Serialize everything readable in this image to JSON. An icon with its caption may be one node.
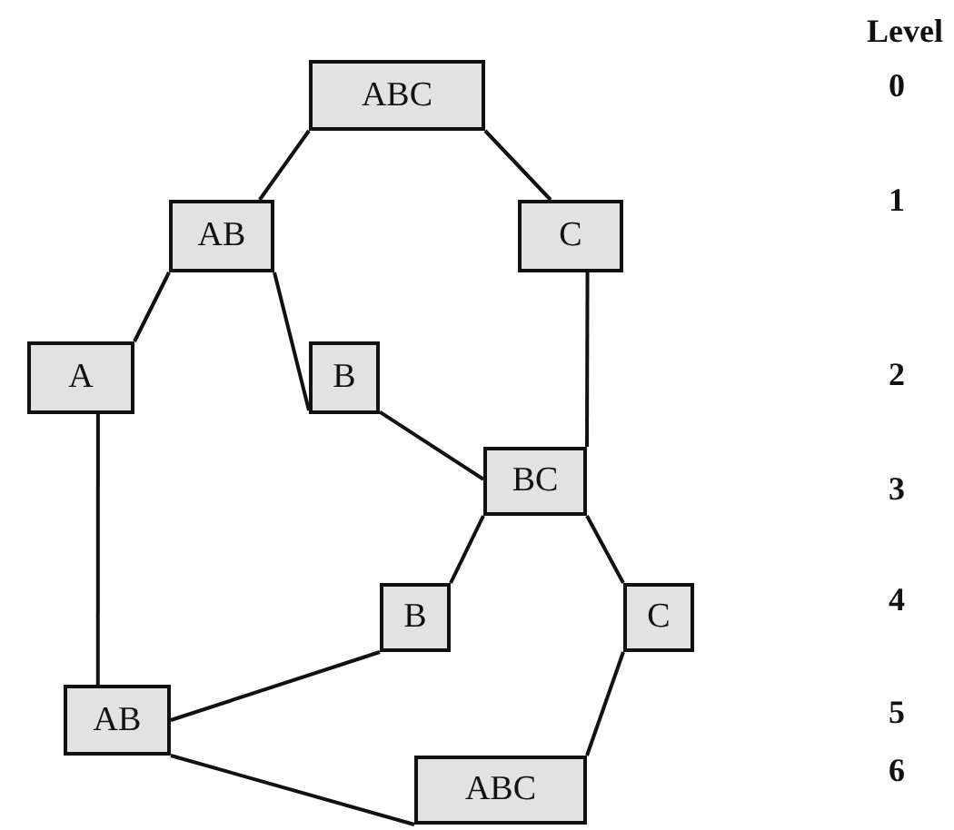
{
  "diagram": {
    "nodes": [
      {
        "text": [
          "ABC"
        ]
      },
      {
        "text": [
          "AB"
        ]
      },
      {
        "text": [
          "C"
        ]
      },
      {
        "text": [
          "A"
        ]
      },
      {
        "text": [
          "B"
        ]
      },
      {
        "text": [
          "BC"
        ]
      },
      {
        "text": [
          "B"
        ]
      },
      {
        "text": [
          "C"
        ]
      },
      {
        "text": [
          "AB"
        ]
      },
      {
        "text": [
          "ABC"
        ]
      }
    ],
    "edges": [
      {
        "from": 0,
        "to": 1,
        "arrow": "none"
      },
      {
        "from": 0,
        "to": 2,
        "arrow": "none"
      },
      {
        "from": 1,
        "to": 3,
        "arrow": "none"
      },
      {
        "from": 1,
        "to": 4,
        "arrow": "none"
      },
      {
        "from": 2,
        "to": 5,
        "arrow": "none"
      },
      {
        "from": 4,
        "to": 5,
        "arrow": "none"
      },
      {
        "from": 5,
        "to": 6,
        "arrow": "none"
      },
      {
        "from": 5,
        "to": 7,
        "arrow": "none"
      },
      {
        "from": 3,
        "to": 8,
        "arrow": "none"
      },
      {
        "from": 6,
        "to": 8,
        "arrow": "none"
      },
      {
        "from": 7,
        "to": 9,
        "arrow": "none"
      },
      {
        "from": 8,
        "to": 9,
        "arrow": "none"
      }
    ],
    "labels": [
      "Level",
      "0",
      "1",
      "2",
      "3",
      "4",
      "5",
      "6"
    ]
  }
}
